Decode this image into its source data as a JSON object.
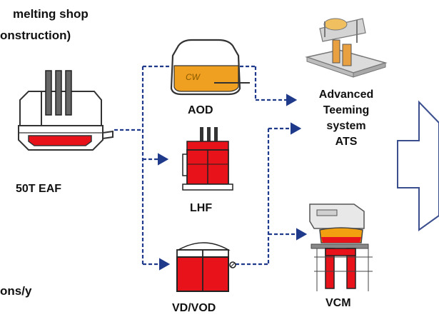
{
  "header": {
    "line1": "melting shop",
    "line2": "onstruction)"
  },
  "footer_fragment": "ons/y",
  "nodes": {
    "eaf": {
      "label": "50T EAF",
      "icon": "electric-arc-furnace-icon"
    },
    "aod": {
      "label": "AOD",
      "icon": "aod-converter-icon"
    },
    "lhf": {
      "label": "LHF",
      "icon": "ladle-furnace-icon"
    },
    "vd": {
      "label": "VD/VOD",
      "icon": "vacuum-degasser-icon"
    },
    "ats": {
      "label_lines": [
        "Advanced",
        "Teeming",
        "system",
        "ATS"
      ],
      "icon": "teeming-system-icon"
    },
    "vcm": {
      "label": "VCM",
      "icon": "vacuum-casting-machine-icon"
    }
  },
  "colors": {
    "connector": "#1f3a8a",
    "molten": "#e8121a",
    "arrow_outline": "#3b4f8f",
    "orange_melt": "#f0a020"
  }
}
